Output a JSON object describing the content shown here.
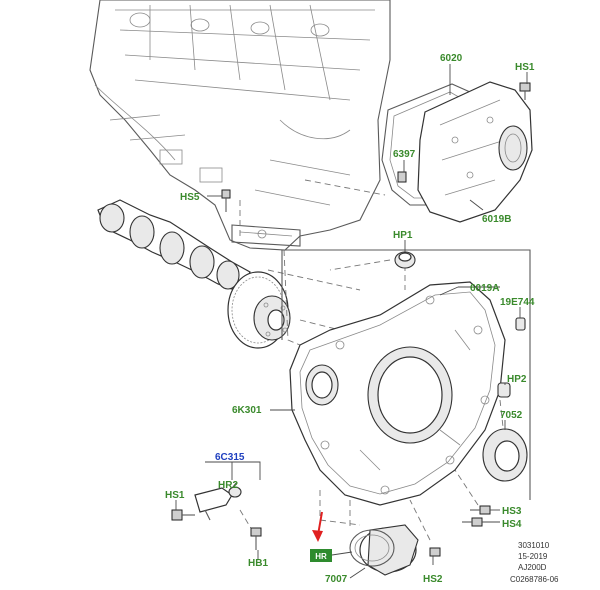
{
  "labels": {
    "l6020": "6020",
    "lhs1_top": "HS1",
    "l6397": "6397",
    "lhs5": "HS5",
    "l6019b": "6019B",
    "lhp1": "HP1",
    "l6019a": "6019A",
    "l19e744": "19E744",
    "lhp2": "HP2",
    "l6k301": "6K301",
    "l7052": "7052",
    "l6c315": "6C315",
    "lhr2": "HR2",
    "lhs1_bottom": "HS1",
    "lhs3": "HS3",
    "lhs4": "HS4",
    "lhb1": "HB1",
    "l7007": "7007",
    "lhs2": "HS2"
  },
  "badge": {
    "text": "HR"
  },
  "reference": {
    "line1": "3031010",
    "line2": "15-2019",
    "line3": "AJ200D",
    "line4": "C0268786-06"
  },
  "colors": {
    "label_green": "#3a8a2c",
    "label_blue": "#1f3fbf",
    "arrow_red": "#e02020",
    "badge_green": "#2e8b2e"
  }
}
